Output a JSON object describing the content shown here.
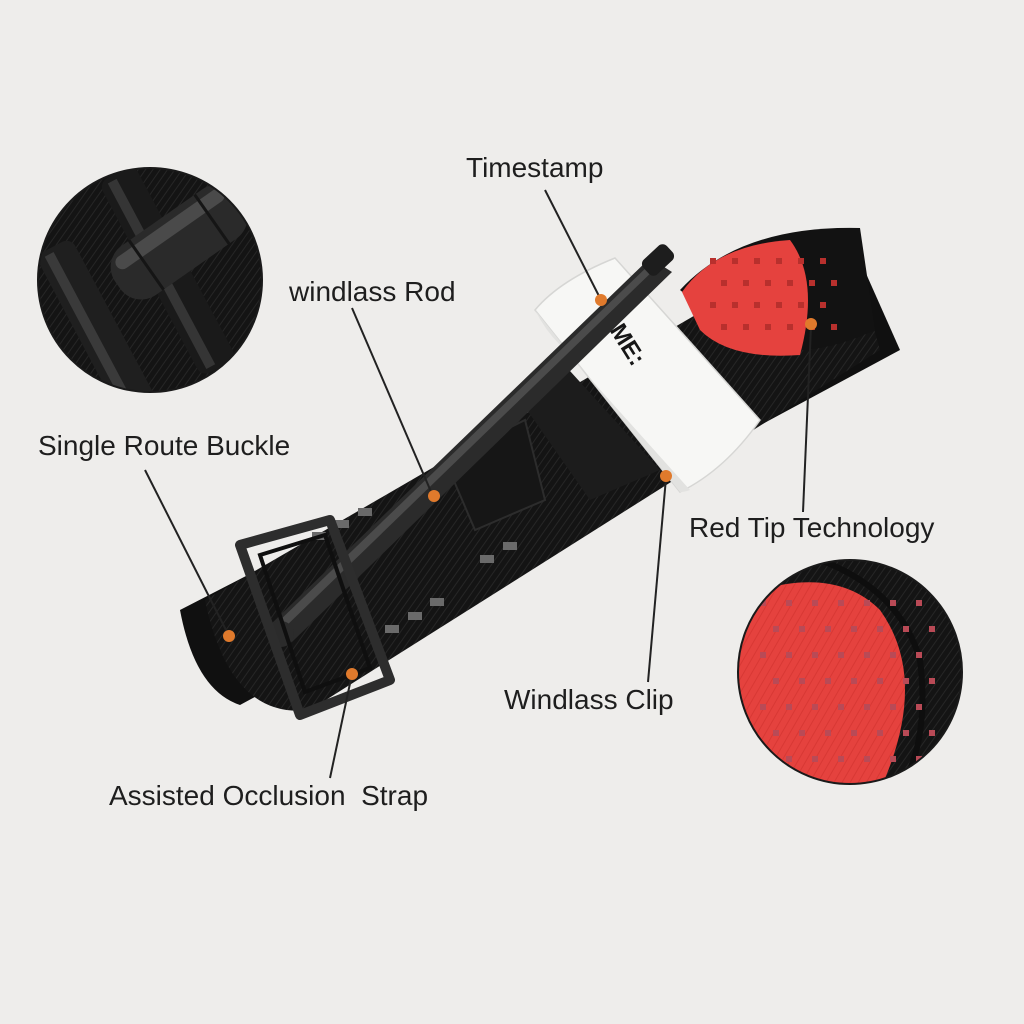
{
  "band_text": "TIME:",
  "colors": {
    "background": "#eeedeb",
    "strap": "#121212",
    "red_tip": "#e5423e",
    "leader_dot": "#e07a2c",
    "label_text": "#1e1e1e"
  },
  "labels": {
    "timestamp": "Timestamp",
    "windlass_rod": "windlass Rod",
    "single_route_buckle": "Single Route Buckle",
    "red_tip_technology": "Red Tip Technology",
    "windlass_clip": "Windlass Clip",
    "assisted_occlusion_strap": "Assisted Occlusion  Strap"
  }
}
